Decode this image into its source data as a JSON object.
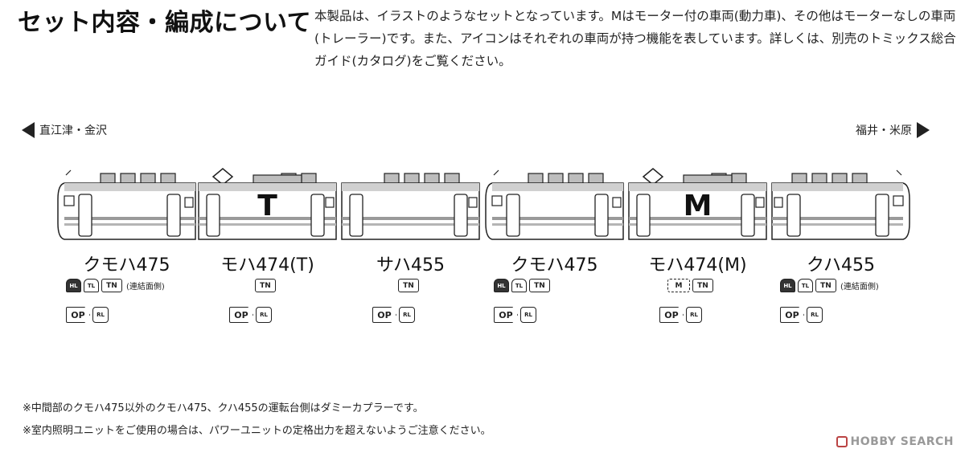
{
  "header": {
    "title": "セット内容・編成について",
    "description": "本製品は、イラストのようなセットとなっています。Mはモーター付の車両(動力車)、その他はモーターなしの車両(トレーラー)です。また、アイコンはそれぞれの車両が持つ機能を表しています。詳しくは、別売のトミックス総合ガイド(カタログ)をご覧ください。"
  },
  "directions": {
    "left": "直江津・金沢",
    "right": "福井・米原"
  },
  "cars": [
    {
      "name": "クモハ475",
      "letter": "",
      "icons": [
        "head",
        "tail",
        "tn"
      ],
      "note": "(連結面側)",
      "options": [
        "op",
        "opt"
      ]
    },
    {
      "name": "モハ474(T)",
      "letter": "T",
      "icons": [
        "tn"
      ],
      "note": "",
      "options": [
        "op",
        "opt"
      ]
    },
    {
      "name": "サハ455",
      "letter": "",
      "icons": [
        "tn"
      ],
      "note": "",
      "options": [
        "op",
        "opt"
      ]
    },
    {
      "name": "クモハ475",
      "letter": "",
      "icons": [
        "head",
        "tail",
        "tn"
      ],
      "note": "",
      "options": [
        "op",
        "opt"
      ]
    },
    {
      "name": "モハ474(M)",
      "letter": "M",
      "icons": [
        "m",
        "tn"
      ],
      "note": "",
      "options": [
        "op",
        "opt"
      ]
    },
    {
      "name": "クハ455",
      "letter": "",
      "icons": [
        "head",
        "tail",
        "tn"
      ],
      "note": "(連結面側)",
      "options": [
        "op",
        "opt"
      ]
    }
  ],
  "icon_labels": {
    "tn": "TN",
    "m": "M",
    "op": "OP",
    "head": "HL",
    "tail": "TL",
    "opt": "RL"
  },
  "footnotes": [
    "※中間部のクモハ475以外のクモハ475、クハ455の運転台側はダミーカプラーです。",
    "※室内照明ユニットをご使用の場合は、パワーユニットの定格出力を超えないようご注意ください。"
  ],
  "watermark": "HOBBY SEARCH",
  "colors": {
    "stripe": "#9a9a9a",
    "roof": "#bdbdbd",
    "outline": "#222222"
  }
}
